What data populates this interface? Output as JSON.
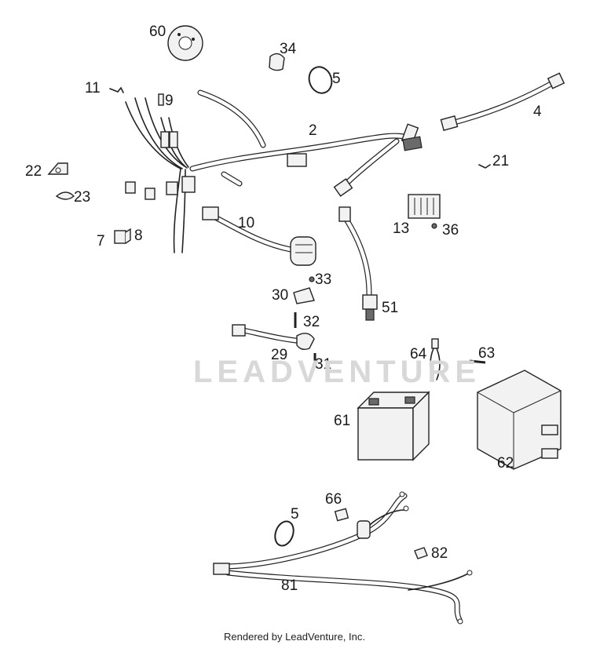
{
  "watermark": "LEADVENTURE",
  "footer": "Rendered by LeadVenture, Inc.",
  "callouts": [
    "60",
    "34",
    "5",
    "11",
    "9",
    "2",
    "4",
    "21",
    "22",
    "23",
    "13",
    "36",
    "10",
    "7",
    "8",
    "33",
    "30",
    "32",
    "51",
    "29",
    "31",
    "64",
    "63",
    "61",
    "62",
    "66",
    "5",
    "82",
    "81"
  ]
}
